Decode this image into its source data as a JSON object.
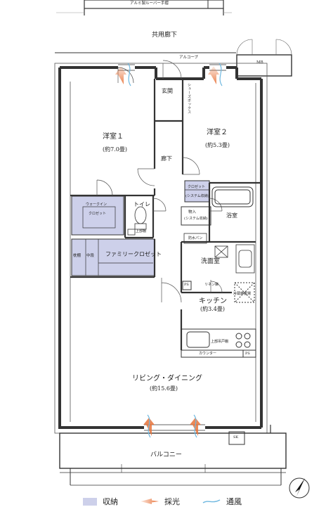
{
  "top_strip": {
    "louver": "アルミ製ルーバー手摺"
  },
  "corridor": "共用廊下",
  "alcove": "アルコーブ",
  "mb": "MB",
  "rooms": {
    "entrance": "玄関",
    "shoes_box": "シューズボックス",
    "bedroom1_name": "洋室１",
    "bedroom1_size": "(約7.0畳)",
    "bedroom2_name": "洋室２",
    "bedroom2_size": "(約5.3畳)",
    "hallway": "廊下",
    "closet_name": "クロゼット",
    "closet_note": "(システム収納)",
    "walkin_line1": "ウォークイン",
    "walkin_line2": "クロゼット",
    "toilet": "トイレ",
    "toilet_shelf": "上部棚",
    "storage_name": "物入",
    "storage_note": "(システム収納)",
    "bath": "浴室",
    "washer_pan": "防水パン",
    "family_closet": "ファミリークロゼット",
    "shelf_short": "枕棚",
    "shelf_mid": "中段",
    "washroom": "洗面室",
    "ps": "PS",
    "linen": "リネン庫",
    "fridge": "冷蔵庫置場",
    "kitchen_name": "キッチン",
    "kitchen_size": "(約3.4畳)",
    "upper_cabinet": "上部吊戸棚",
    "counter": "カウンター",
    "ps2": "PS",
    "living_name": "リビング・ダイニング",
    "living_size": "(約15.6畳)",
    "sk": "SK",
    "balcony": "バルコニー"
  },
  "legend": {
    "storage": "収納",
    "light": "採光",
    "wind": "通風"
  },
  "colors": {
    "storage_fill": "#cdd0ea",
    "light_arrow": "#e8733a",
    "wind_line": "#6fb8e0"
  }
}
